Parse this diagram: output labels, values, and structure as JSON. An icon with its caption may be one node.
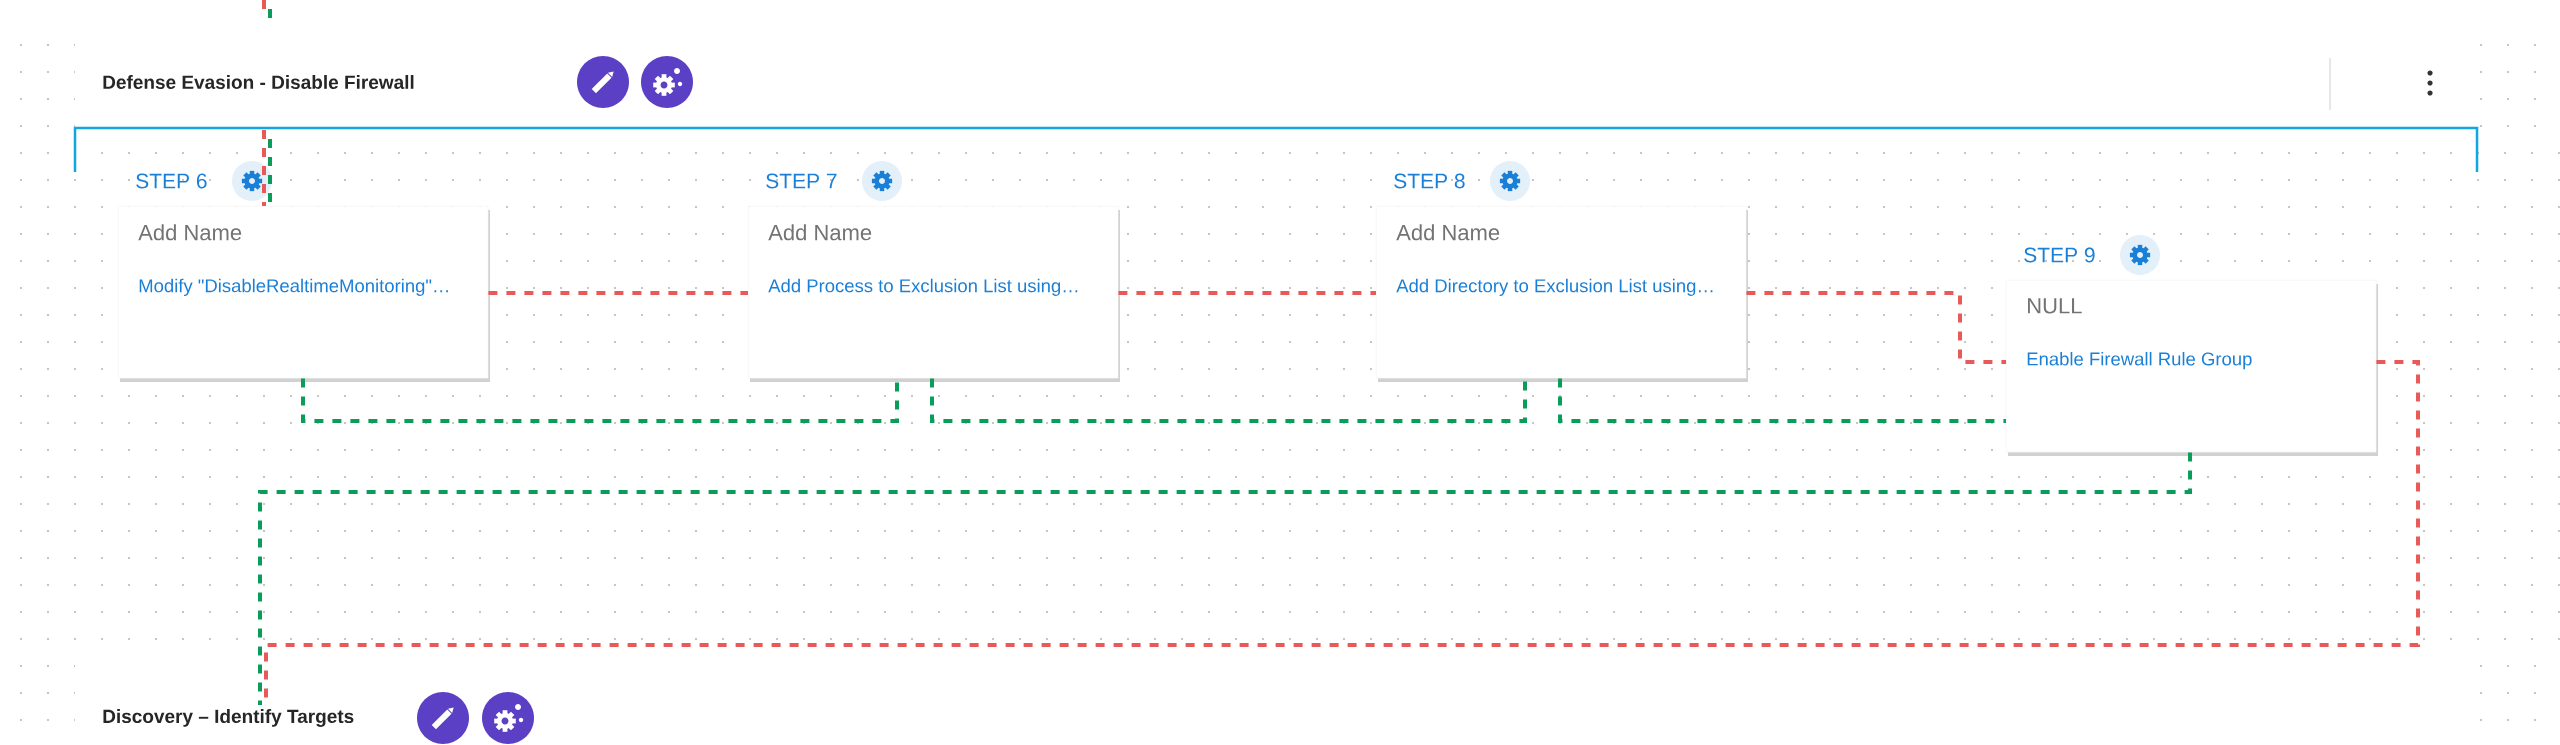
{
  "diagram": {
    "nodes": [
      {
        "text": [
          "Defense Evasion - Disable Firewall"
        ]
      },
      {
        "text": [
          "Add Name",
          "Modify \"DisableRealtimeMonitoring\"…"
        ],
        "beside": [
          "STEP 6"
        ]
      },
      {
        "text": [
          "Add Name",
          "Add Process to Exclusion List using…"
        ],
        "beside": [
          "STEP 7"
        ]
      },
      {
        "text": [
          "Add Name",
          "Add Directory to Exclusion List using…"
        ],
        "beside": [
          "STEP 8"
        ]
      },
      {
        "text": [
          "NULL",
          "Enable Firewall Rule Group"
        ],
        "beside": [
          "STEP 9"
        ]
      },
      {
        "text": [
          "Discovery – Identify Targets"
        ]
      }
    ],
    "edges": [
      {
        "from": null,
        "to": 1,
        "arrow": "none",
        "style": "dashed",
        "color": "#e85a5a"
      },
      {
        "from": null,
        "to": 1,
        "arrow": "none",
        "style": "dashed",
        "color": "#0a9d5a"
      },
      {
        "from": 1,
        "to": 2,
        "arrow": "none",
        "style": "dashed",
        "color": "#e85a5a"
      },
      {
        "from": 2,
        "to": 3,
        "arrow": "none",
        "style": "dashed",
        "color": "#e85a5a"
      },
      {
        "from": 3,
        "to": 4,
        "arrow": "none",
        "style": "dashed",
        "color": "#e85a5a"
      },
      {
        "from": 4,
        "to": 5,
        "arrow": "none",
        "style": "dashed",
        "color": "#e85a5a"
      },
      {
        "from": 1,
        "to": 2,
        "arrow": "none",
        "style": "dashed",
        "color": "#0a9d5a"
      },
      {
        "from": 2,
        "to": 3,
        "arrow": "none",
        "style": "dashed",
        "color": "#0a9d5a"
      },
      {
        "from": 3,
        "to": 4,
        "arrow": "none",
        "style": "dashed",
        "color": "#0a9d5a"
      },
      {
        "from": 4,
        "to": 5,
        "arrow": "none",
        "style": "dashed",
        "color": "#0a9d5a"
      }
    ]
  }
}
